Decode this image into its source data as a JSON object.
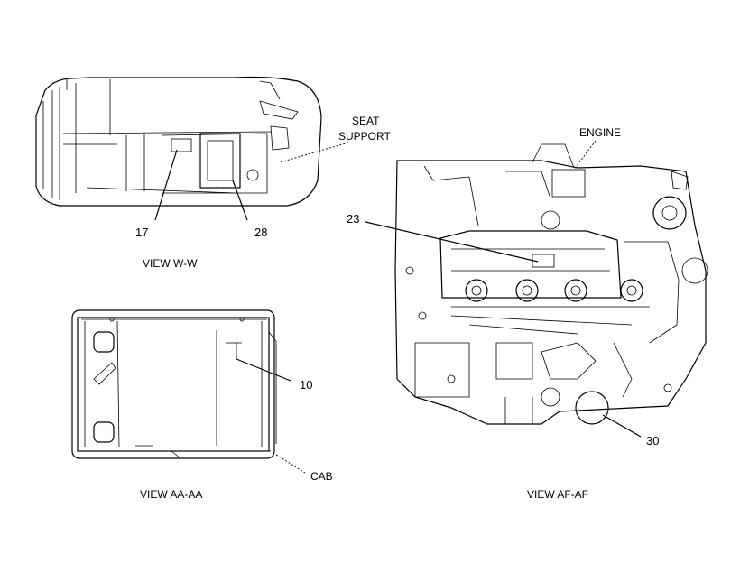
{
  "views": {
    "ww": {
      "caption": "VIEW W-W",
      "callouts": [
        "17",
        "28"
      ],
      "label_seat": "SEAT",
      "label_support": "SUPPORT"
    },
    "aa": {
      "caption": "VIEW AA-AA",
      "callouts": [
        "10"
      ],
      "label_cab": "CAB"
    },
    "af": {
      "caption": "VIEW AF-AF",
      "callouts": [
        "23",
        "30"
      ],
      "label_engine": "ENGINE"
    }
  }
}
